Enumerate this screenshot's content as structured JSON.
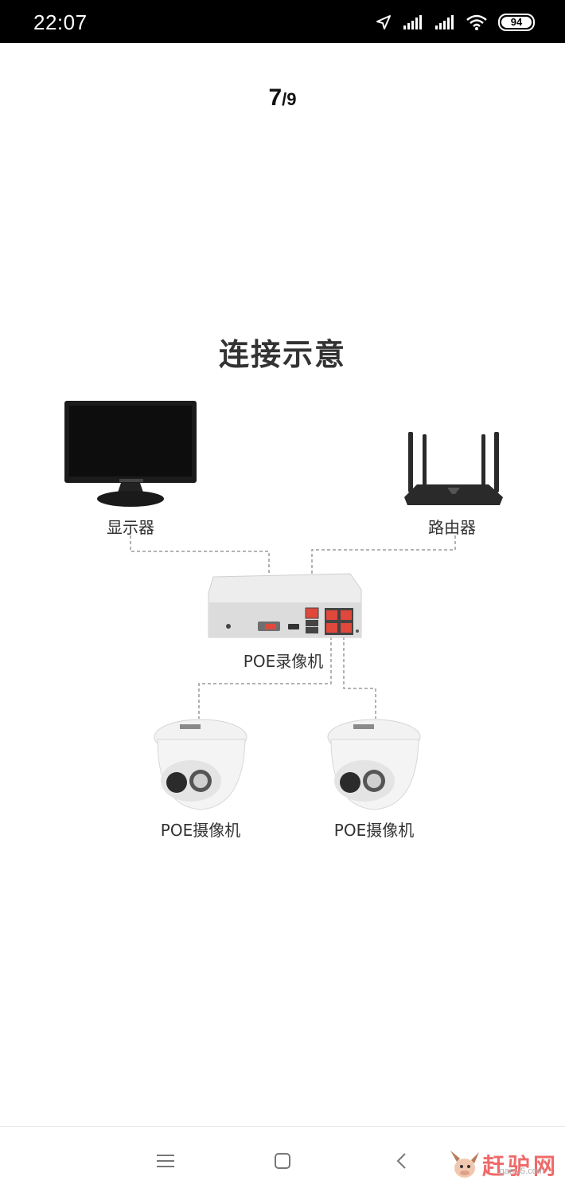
{
  "status_bar": {
    "time": "22:07",
    "battery": "94",
    "icons": [
      "location-arrow-icon",
      "signal-icon",
      "signal-icon",
      "wifi-icon",
      "battery-icon"
    ]
  },
  "viewer": {
    "current": "7",
    "separator": "/",
    "total": "9"
  },
  "diagram": {
    "title": "连接示意",
    "labels": {
      "monitor": "显示器",
      "router": "路由器",
      "nvr": "POE录像机",
      "camera_left": "POE摄像机",
      "camera_right": "POE摄像机"
    }
  },
  "nav_bar": {
    "icons": [
      "menu-icon",
      "home-square-icon",
      "back-chevron-icon"
    ],
    "watermark": "赶驴网",
    "watermark_sub": "ganlv5.com"
  },
  "colors": {
    "status_bg": "#000000",
    "accent_port": "#e0483c",
    "watermark": "#f06a6a"
  }
}
